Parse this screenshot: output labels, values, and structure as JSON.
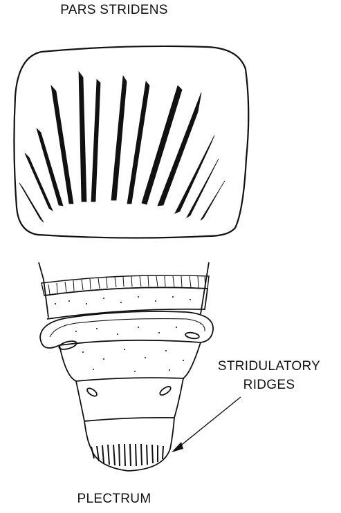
{
  "labels": {
    "top": "PARS STRIDENS",
    "ridges_line1": "STRIDULATORY",
    "ridges_line2": "RIDGES",
    "bottom": "PLECTRUM"
  },
  "colors": {
    "ink": "#111111",
    "paper": "#ffffff"
  }
}
